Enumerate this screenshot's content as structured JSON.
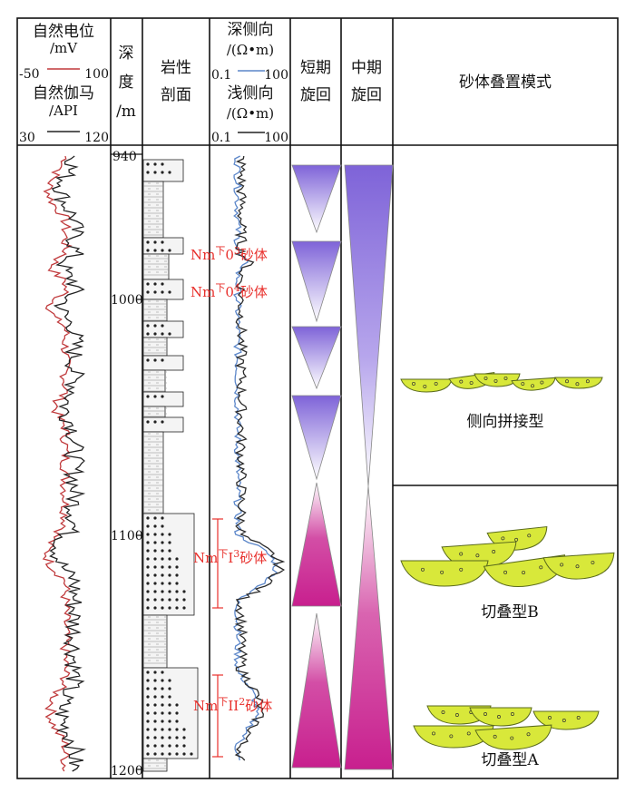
{
  "header": {
    "sp_title": "自然电位",
    "sp_unit": "/mV",
    "sp_min": "-50",
    "sp_max": "100",
    "gr_title": "自然伽马",
    "gr_unit": "/API",
    "gr_min": "30",
    "gr_max": "120",
    "depth_c1": "深",
    "depth_c2": "度",
    "depth_c3": "/m",
    "lith_l1": "岩性",
    "lith_l2": "剖面",
    "deep_title": "深侧向",
    "deep_unit": "/(Ω•m)",
    "deep_min": "0.1",
    "deep_max": "100",
    "shallow_title": "浅侧向",
    "shallow_unit": "/(Ω•m)",
    "shallow_min": "0.1",
    "shallow_max": "100",
    "short_l1": "短期",
    "short_l2": "旋回",
    "mid_l1": "中期",
    "mid_l2": "旋回",
    "mode_title": "砂体叠置模式"
  },
  "depth_ticks": [
    "940",
    "1000",
    "1100",
    "1200"
  ],
  "annotations": [
    {
      "prefix": "Nm",
      "sup": "下",
      "body": "0",
      "sup2": "3",
      "suffix": "砂体"
    },
    {
      "prefix": "Nm",
      "sup": "下",
      "body": "0",
      "sup2": "4",
      "suffix": "砂体"
    },
    {
      "prefix": "Nm",
      "sup": "下",
      "body": "I",
      "sup2": "3",
      "suffix": "砂体"
    },
    {
      "prefix": "Nm",
      "sup": "下",
      "body": "II",
      "sup2": "2",
      "suffix": "砂体"
    }
  ],
  "modes": {
    "lateral": "侧向拼接型",
    "cut_b": "切叠型B",
    "cut_a": "切叠型A"
  },
  "colors": {
    "sp_curve": "#c0393b",
    "gr_curve": "#222222",
    "deep_curve": "#2a2a2a",
    "shallow_curve": "#5b86c9",
    "cycle_purple": "#7e63d8",
    "cycle_magenta": "#c81f8e",
    "sand_fill": "#d8e83a",
    "sand_edge": "#5a6a1c",
    "annotation": "#e8302c"
  }
}
